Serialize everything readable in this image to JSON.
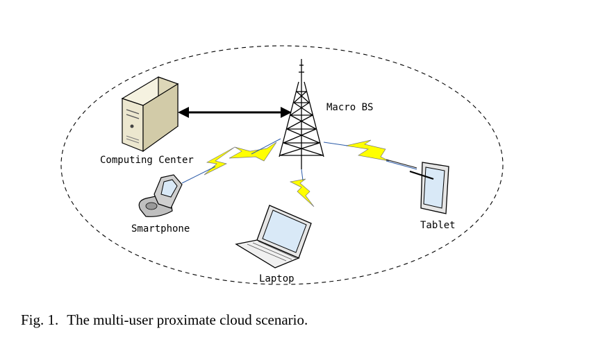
{
  "diagram": {
    "nodes": {
      "computing_center": "Computing Center",
      "macro_bs": "Macro BS",
      "smartphone": "Smartphone",
      "tablet": "Tablet",
      "laptop": "Laptop"
    },
    "colors": {
      "wireless_link": "#ffff00",
      "line": "#000000",
      "screen": "#d9e9f7",
      "server_body": "#e9e4cc"
    },
    "icons": [
      "server-icon",
      "cell-tower-icon",
      "smartphone-icon",
      "laptop-icon",
      "tablet-icon"
    ]
  },
  "caption": {
    "fig_num": "Fig. 1.",
    "text": "The multi-user proximate cloud scenario."
  }
}
